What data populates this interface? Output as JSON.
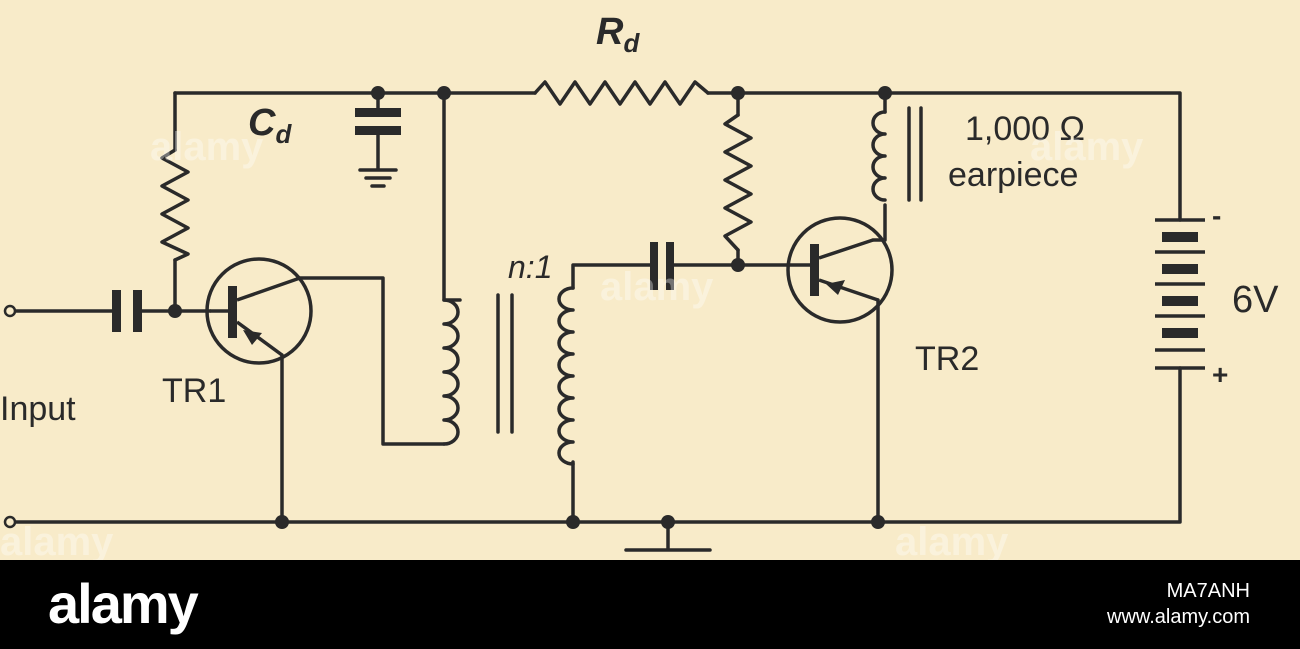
{
  "diagram": {
    "labels": {
      "rd_base": "R",
      "rd_sub": "d",
      "cd_base": "C",
      "cd_sub": "d",
      "earpiece_line1": "1,000 Ω",
      "earpiece_line2": "earpiece",
      "ratio": "n:1",
      "voltage": "6V",
      "battery_neg": "-",
      "battery_pos": "+",
      "tr1": "TR1",
      "tr2": "TR2",
      "input": "Input"
    },
    "colors": {
      "background": "#f8ebc9",
      "ink": "#2a2a2a"
    }
  },
  "footer": {
    "brand": "alamy",
    "image_id": "www.alamy.com",
    "stock_code": "MA7ANH"
  },
  "watermark": "alamy"
}
